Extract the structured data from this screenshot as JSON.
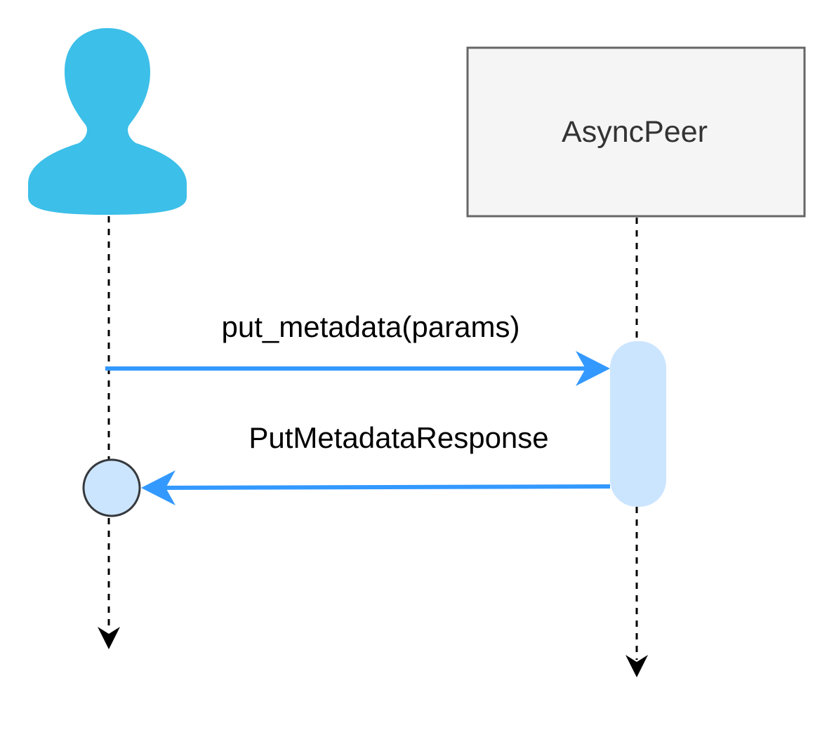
{
  "participants": {
    "peer": {
      "label": "AsyncPeer"
    }
  },
  "messages": [
    {
      "label": "put_metadata(params)"
    },
    {
      "label": "PutMetadataResponse"
    }
  ],
  "colors": {
    "actor": "#3CBFE8",
    "arrow": "#3399FF",
    "activation": "#CCE5FF",
    "peer_box_fill": "#F5F5F5",
    "peer_box_stroke": "#666666",
    "lifeline": "#000000",
    "endpoint_stroke": "#36393D"
  },
  "icons": {
    "actor": "user-icon"
  }
}
